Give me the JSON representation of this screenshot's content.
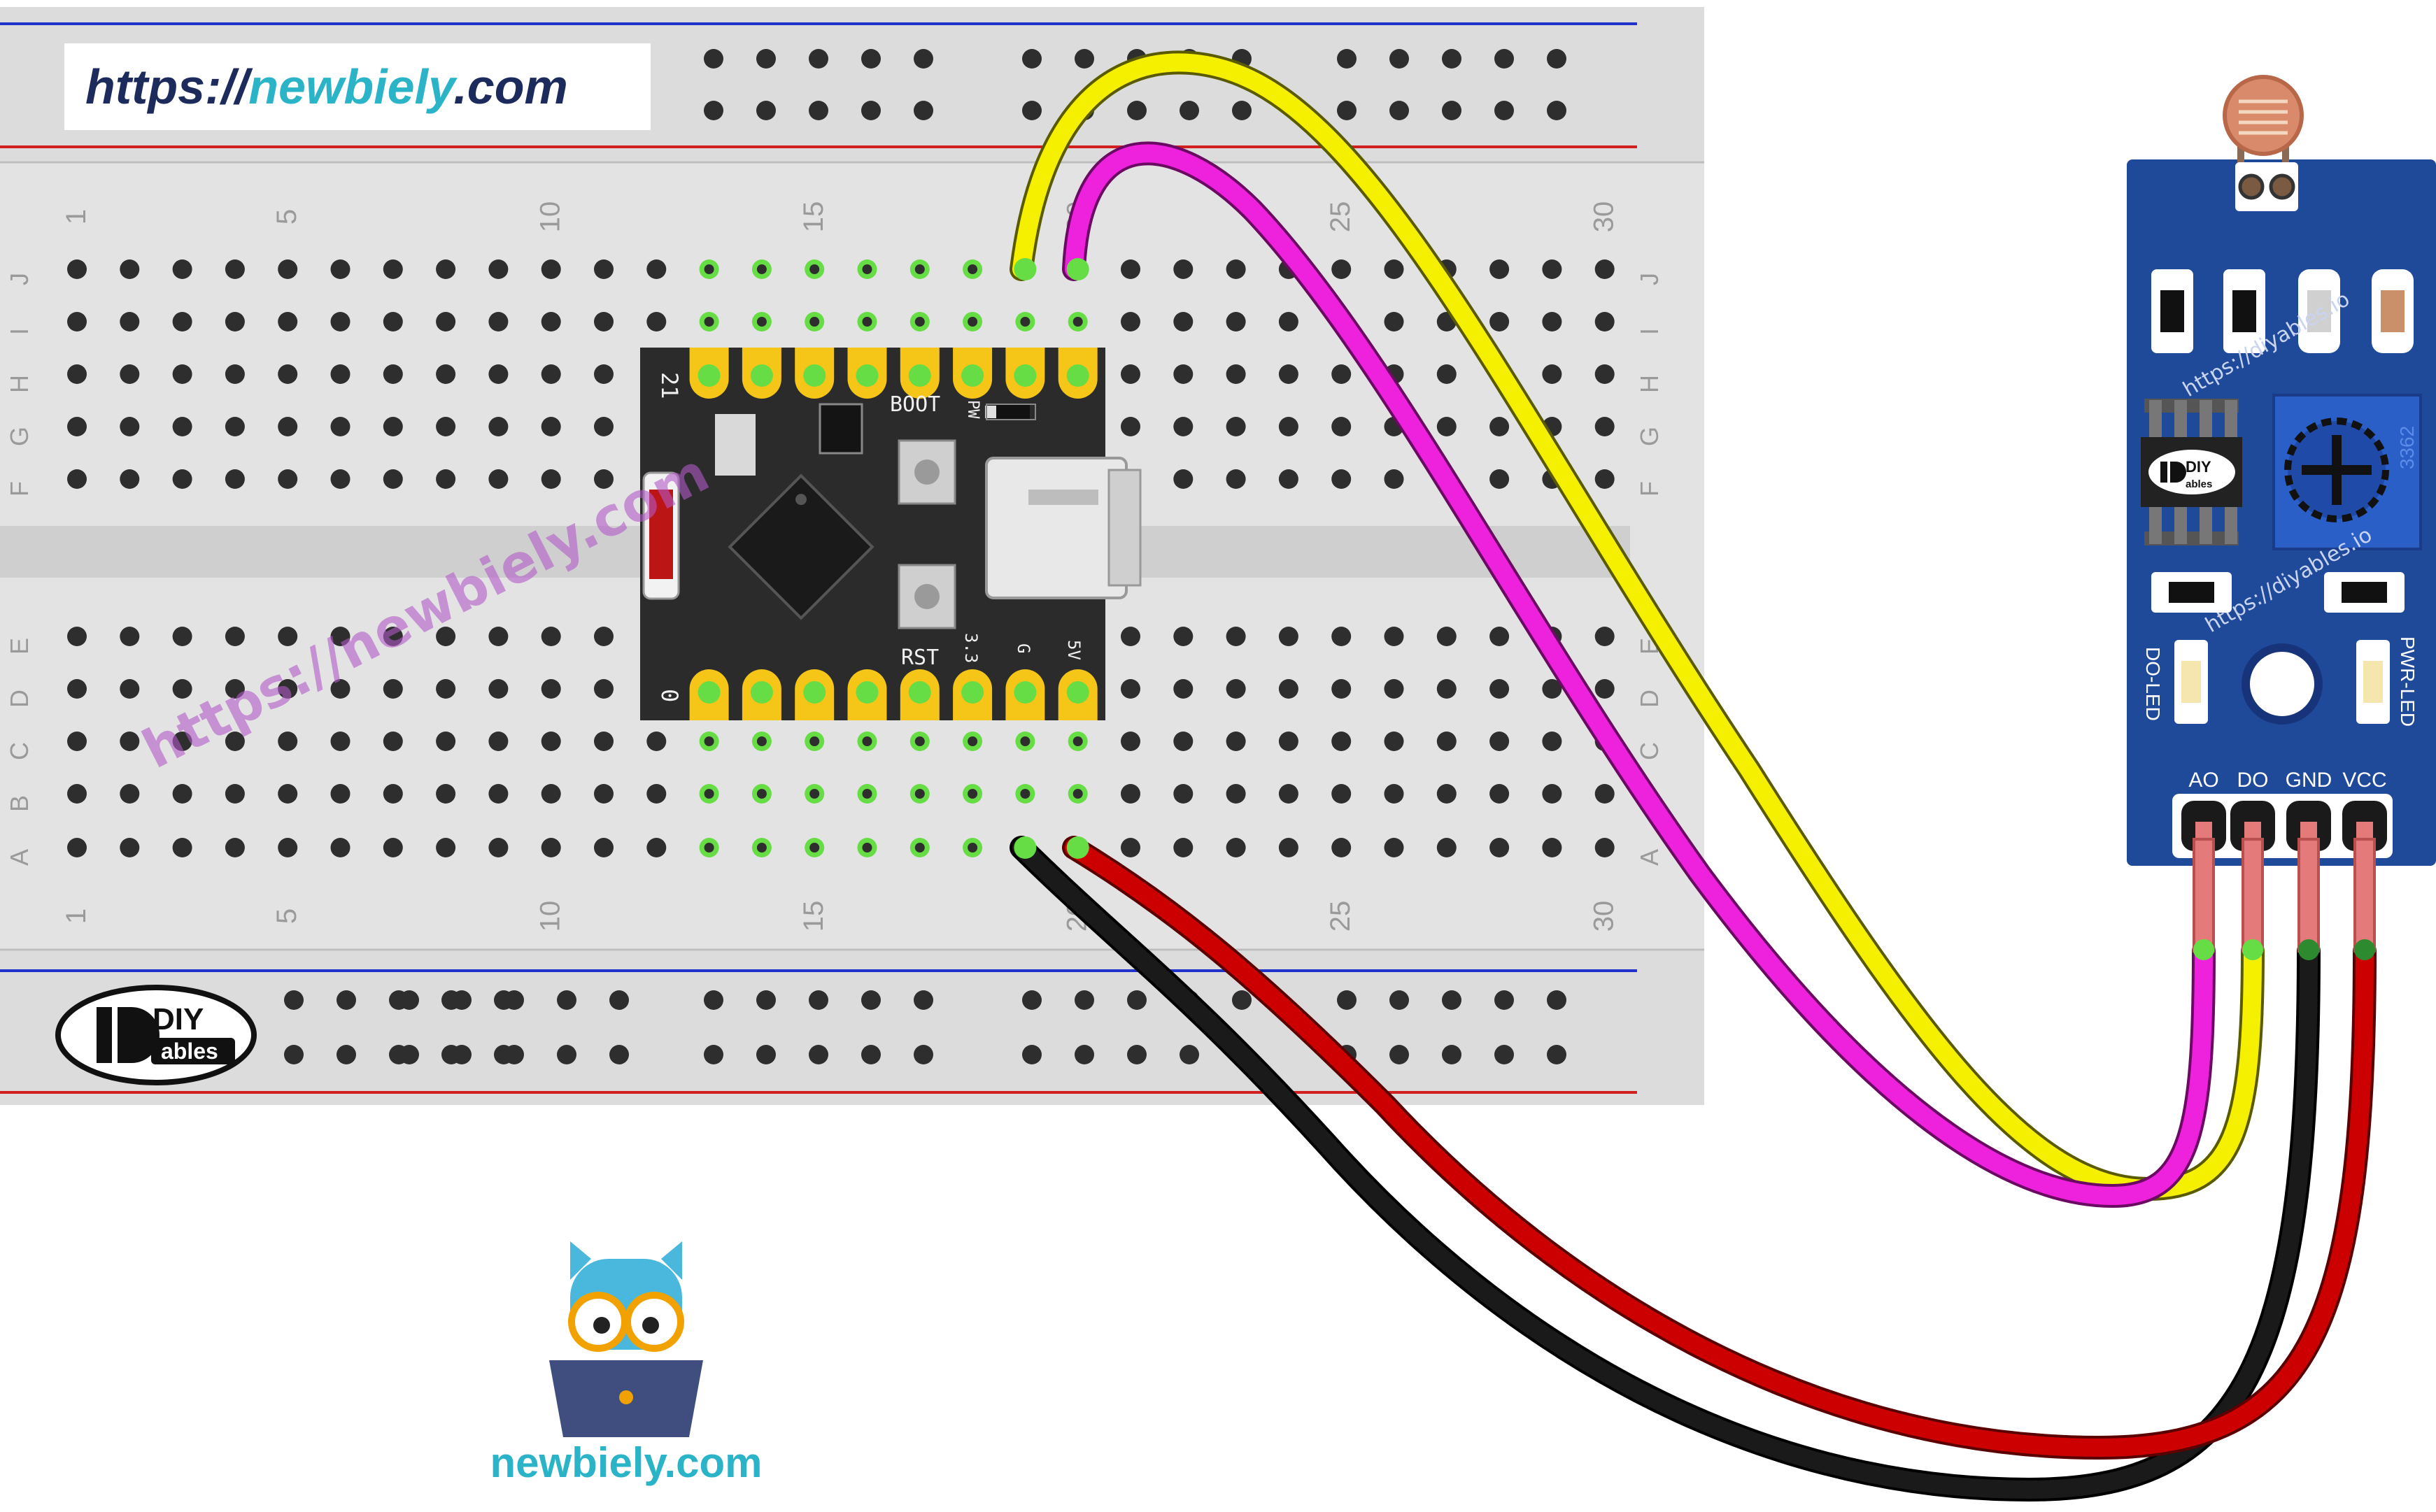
{
  "header_url": {
    "prefix": "https://",
    "brand": "newbiely",
    "suffix": ".com"
  },
  "watermark": "https://newbiely.com",
  "diyables_logo": {
    "top": "DIY",
    "bottom": "ables"
  },
  "mascot_text": "newbiely.com",
  "breadboard": {
    "row_letters_top": [
      "J",
      "I",
      "H",
      "G",
      "F"
    ],
    "row_letters_bottom": [
      "E",
      "D",
      "C",
      "B",
      "A"
    ],
    "column_numbers": [
      "1",
      "5",
      "10",
      "15",
      "20",
      "25",
      "30"
    ]
  },
  "esp32": {
    "label_top_left": "21",
    "label_boot": "BOOT",
    "label_pw": "PW",
    "label_rst": "RST",
    "label_bottom_left": "0",
    "label_33": "3.3",
    "label_g": "G",
    "label_5v": "5V"
  },
  "sensor": {
    "pin_labels": [
      "AO",
      "DO",
      "GND",
      "VCC"
    ],
    "led_left": "DO-LED",
    "led_right": "PWR-LED",
    "pot_code": "3362",
    "site_text": "https://diyables.io"
  },
  "colors": {
    "wire_yellow": "#f5f000",
    "wire_magenta": "#ee22dd",
    "wire_red": "#cc0000",
    "wire_black": "#151515",
    "board_blue": "#1f4a9a",
    "brand_teal": "#2bb3c8",
    "hole_green": "#66dd44"
  }
}
